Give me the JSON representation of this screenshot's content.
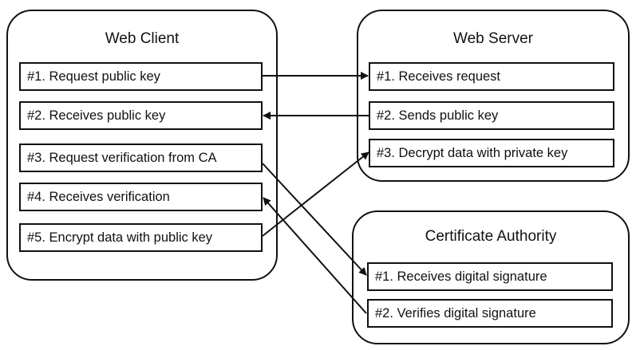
{
  "web_client": {
    "title": "Web Client",
    "steps": [
      "#1. Request public key",
      "#2. Receives public key",
      "#3. Request verification from CA",
      "#4. Receives verification",
      "#5. Encrypt data with public key"
    ]
  },
  "web_server": {
    "title": "Web Server",
    "steps": [
      "#1. Receives request",
      "#2. Sends public key",
      "#3. Decrypt data with private key"
    ]
  },
  "certificate_authority": {
    "title": "Certificate Authority",
    "steps": [
      "#1. Receives digital signature",
      "#2. Verifies digital signature"
    ]
  },
  "colors": {
    "line": "#111111",
    "background": "#ffffff"
  }
}
